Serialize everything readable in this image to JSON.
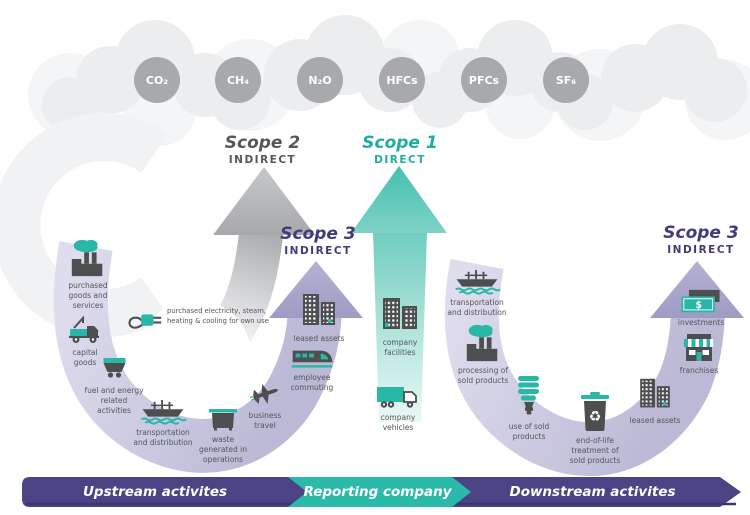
{
  "gases": [
    "CO₂",
    "CH₄",
    "N₂O",
    "HFCs",
    "PFCs",
    "SF₆"
  ],
  "scope2": {
    "title": "Scope 2",
    "subtitle": "INDIRECT"
  },
  "scope1": {
    "title": "Scope 1",
    "subtitle": "DIRECT"
  },
  "scope3_up": {
    "title": "Scope 3",
    "subtitle": "INDIRECT"
  },
  "scope3_down": {
    "title": "Scope 3",
    "subtitle": "INDIRECT"
  },
  "note": {
    "line1": "purchased electricity, steam,",
    "line2": "heating & cooling for own use"
  },
  "upstream": {
    "purchased_goods": "purchased goods and services",
    "capital_goods": "capital goods",
    "fuel_energy": "fuel and energy related activities",
    "transport": "transportation and distribution",
    "waste": "waste generated in operations",
    "business_travel": "business travel",
    "commuting": "employee commuting",
    "leased_assets": "leased assets"
  },
  "company": {
    "facilities": "company facilities",
    "vehicles": "company vehicles"
  },
  "downstream": {
    "transport": "transportation and distribution",
    "processing": "processing of sold products",
    "use": "use of sold products",
    "eol": "end-of-life treatment of sold products",
    "leased_assets": "leased assets",
    "franchises": "franchises",
    "investments": "investments"
  },
  "banner": {
    "upstream": "Upstream activites",
    "reporting": "Reporting company",
    "downstream": "Downstream activites"
  },
  "icon_glyphs": {
    "dollar": "$",
    "recycle": "♻"
  },
  "colors": {
    "teal": "#29b8a7",
    "teal_arrow": "#5bc8b8",
    "gray_arrow": "#b2b4b7",
    "purple_band": "#c9c7de",
    "purple_head": "#aaa7cb",
    "banner_purple": "#4a4384",
    "banner_teal": "#2bbaa9",
    "navy_text": "#3f3b7c",
    "gray_text": "#56575a",
    "icon_dark": "#4d4e50",
    "cloud": "#ebedee",
    "gas_circle": "#a7a9ac"
  }
}
